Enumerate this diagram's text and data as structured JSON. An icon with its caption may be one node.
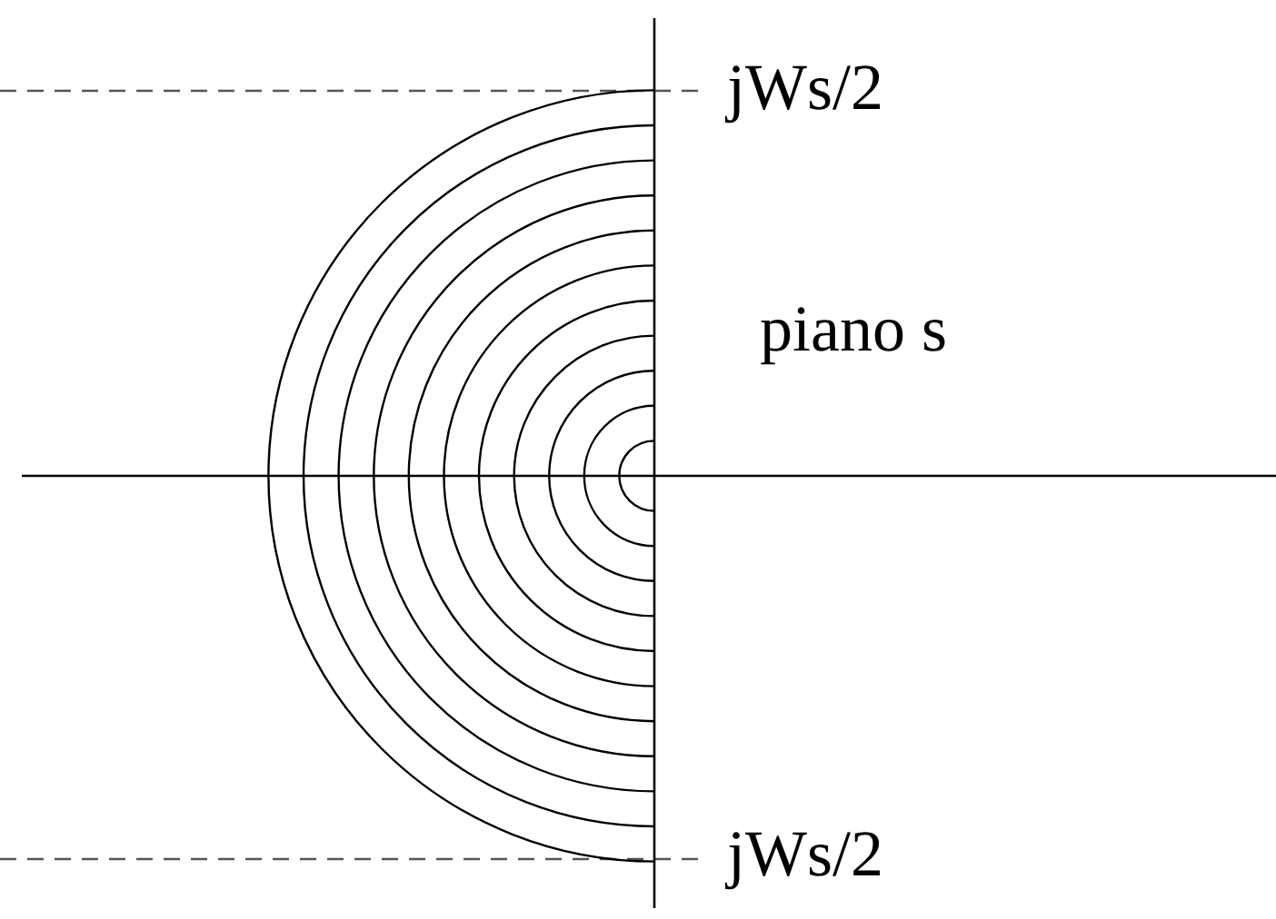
{
  "diagram": {
    "labels": [
      "jWs/2",
      "piano s",
      "jWs/2"
    ]
  }
}
